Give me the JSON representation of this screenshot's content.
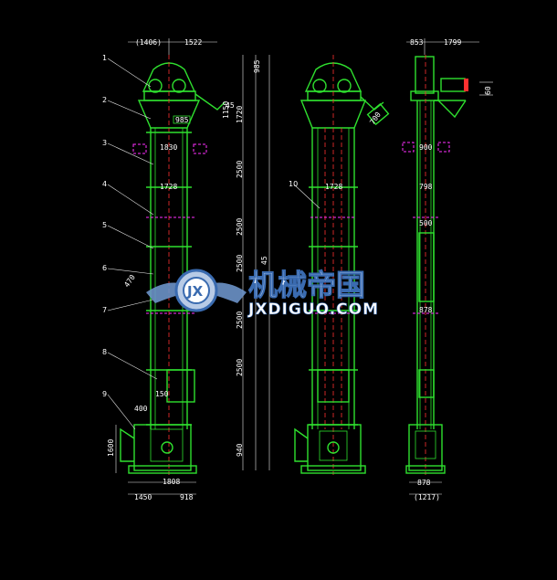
{
  "front_view": {
    "top_dims": [
      "(1406)",
      "1522"
    ],
    "part_numbers": [
      "1",
      "2",
      "3",
      "4",
      "5",
      "6",
      "7",
      "8",
      "9"
    ],
    "inner_dims": [
      "985",
      "1830",
      "1728",
      "150"
    ],
    "right_vertical_dims": [
      "985",
      "1150",
      "1720",
      "2500",
      "2500",
      "2500",
      "2500",
      "2500",
      "940"
    ],
    "overall_height_label": "45",
    "left_vertical_dims": [
      "400",
      "1600"
    ],
    "small_labels": [
      "470",
      "45"
    ],
    "bottom_dims": [
      "1808",
      "1450",
      "918"
    ]
  },
  "middle_view": {
    "part_number": "10",
    "inner_dims": [
      "1728"
    ],
    "diag_label": "700"
  },
  "side_view": {
    "top_dims": [
      "853",
      "1799"
    ],
    "inner_dims": [
      "900",
      "798",
      "500",
      "878"
    ],
    "bottom_dims": [
      "878",
      "(1217)"
    ],
    "motor_label": "60"
  },
  "watermark": {
    "logo_letters": "JX",
    "chinese": "机械帝国",
    "english": "JXDIGUO.COM"
  },
  "colors": {
    "background": "#000000",
    "outline": "#2fe02f",
    "centerline": "#ff3030",
    "marker": "#ff30ff",
    "dimension": "#ffffff"
  }
}
